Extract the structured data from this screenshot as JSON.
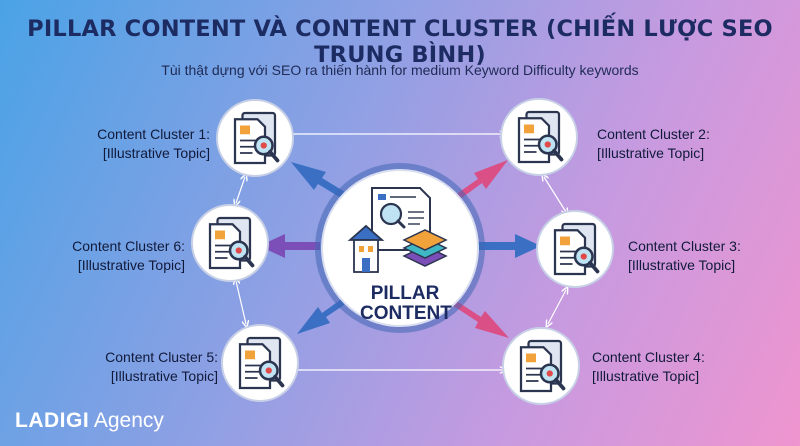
{
  "header": {
    "title": "PILLAR CONTENT VÀ CONTENT CLUSTER (CHIẾN LƯỢC SEO TRUNG BÌNH)",
    "subtitle": "Tùi thật dựng với SEO ra thiến hành for medium Keyword Difficulty keywords"
  },
  "pillar": {
    "line1": "PILLAR",
    "line2": "CONTENT"
  },
  "clusters": [
    {
      "title": "Content Cluster 1:",
      "topic": "[Illustrative Topic]"
    },
    {
      "title": "Content Cluster 2:",
      "topic": "[Illustrative Topic]"
    },
    {
      "title": "Content Cluster 3:",
      "topic": "[Illustrative Topic]"
    },
    {
      "title": "Content Cluster 4:",
      "topic": "[Illustrative Topic]"
    },
    {
      "title": "Content Cluster 5:",
      "topic": "[Illustrative Topic]"
    },
    {
      "title": "Content Cluster 6:",
      "topic": "[Illustrative Topic]"
    }
  ],
  "brand": {
    "name": "LADIGI",
    "suffix": "Agency"
  },
  "colors": {
    "title": "#1d2b63",
    "arrow_blue": "#3a6fc4",
    "arrow_pink": "#d94f86",
    "arrow_purple": "#7c4fb8"
  }
}
